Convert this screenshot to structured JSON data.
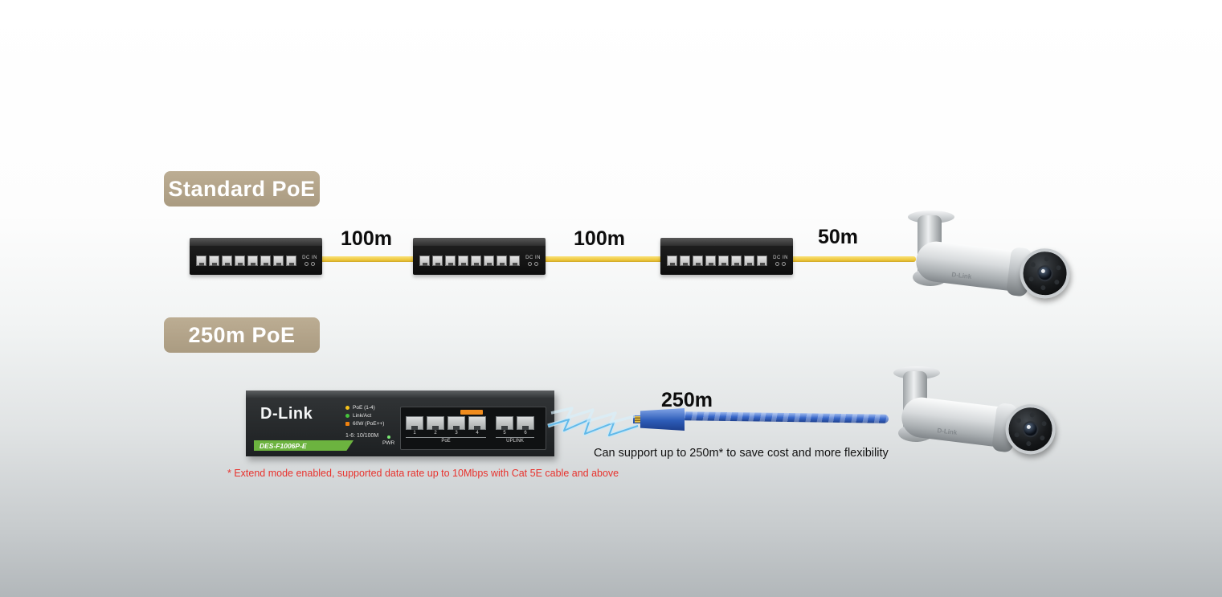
{
  "standard_section": {
    "badge_label": "Standard PoE",
    "segment_distances": [
      "100m",
      "100m",
      "50m"
    ]
  },
  "extended_section": {
    "badge_label": "250m PoE",
    "cable_distance": "250m",
    "caption": "Can support up to 250m* to save cost and more flexibility"
  },
  "footnote": "* Extend mode enabled, supported data rate up to 10Mbps with Cat 5E cable and above",
  "small_switch": {
    "dc_in_label": "DC IN"
  },
  "big_switch": {
    "brand": "D-Link",
    "model": "DES-F1006P-E",
    "legend": [
      "PoE (1-4)",
      "Link/Act",
      "60W (PoE++)"
    ],
    "speed_label": "1-6: 10/100M",
    "power_label": "PWR",
    "port_numbers": [
      "1",
      "2",
      "3",
      "4",
      "5",
      "6"
    ],
    "port_group_labels": [
      "PoE",
      "UPLINK"
    ]
  },
  "camera": {
    "brand_label": "D-Link"
  },
  "colors": {
    "badge_tan": "#b3a48a",
    "yellow_cable": "#ecc436",
    "blue_cable": "#3a69ca",
    "model_strip_green": "#6cb33f",
    "led_poe_yellow": "#f6c21b",
    "led_link_green": "#46c33c",
    "led_60w_orange": "#f0820f",
    "footnote_red": "#e8322d"
  }
}
